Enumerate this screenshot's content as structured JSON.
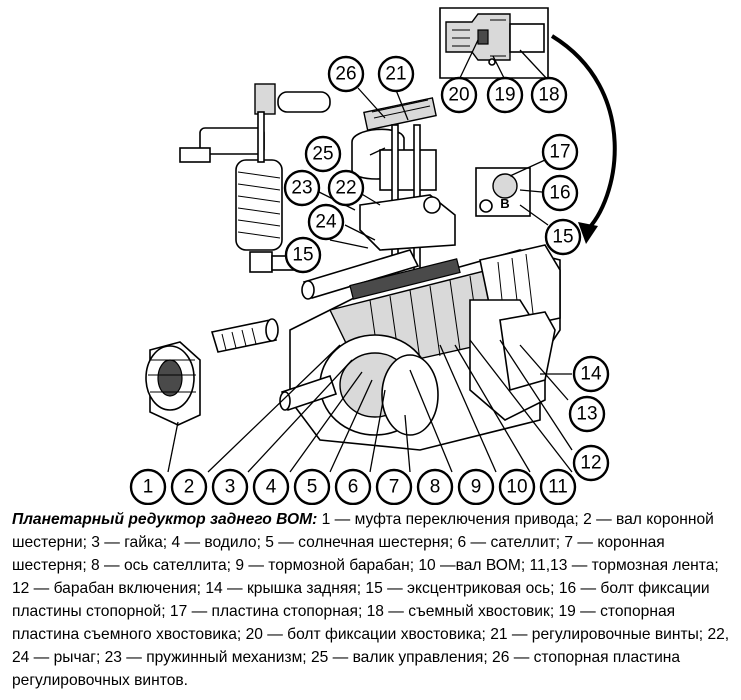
{
  "diagram": {
    "callout_numbers": [
      "1",
      "2",
      "3",
      "4",
      "5",
      "6",
      "7",
      "8",
      "9",
      "10",
      "11",
      "12",
      "13",
      "14",
      "15",
      "15",
      "16",
      "17",
      "18",
      "19",
      "20",
      "21",
      "22",
      "23",
      "24",
      "25",
      "26"
    ],
    "inset_letter": "B"
  },
  "caption": {
    "title": "Планетарный редуктор заднего ВОМ:",
    "text": " 1 — муфта переключения привода; 2 — вал коронной шестерни; 3 — гайка; 4 — водило; 5 — солнечная шестерня; 6 — сателлит; 7 — коронная шестерня; 8 — ось сателлита; 9 — тормозной барабан; 10 —вал ВОМ; 11,13 — тормозная лента; 12 — барабан включения; 14 — крышка задняя; 15 — эксцентриковая ось; 16 — болт фиксации пластины стопорной; 17 — пластина стопорная; 18 — съемный хвостовик; 19 — стопорная пластина съемного хвостовика; 20 — болт фиксации хвостовика; 21 — регулировочные винты; 22, 24 — рычаг; 23 — пружинный механизм; 25 — валик управления; 26 — стопорная пластина регулировочных винтов."
  }
}
